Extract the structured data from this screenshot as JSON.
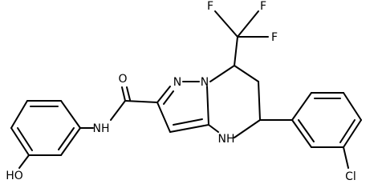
{
  "atoms": {
    "f_top_left": "F",
    "f_top_right": "F",
    "f_right": "F",
    "carbonyl_oxygen": "O",
    "ring_n1": "N",
    "ring_n2": "N",
    "amide_nh": "NH",
    "ring_nh": "NH",
    "hydroxyl": "HO",
    "chloro": "Cl"
  },
  "colors": {
    "bond": "#000000",
    "label": "#000000",
    "background": "#ffffff"
  }
}
